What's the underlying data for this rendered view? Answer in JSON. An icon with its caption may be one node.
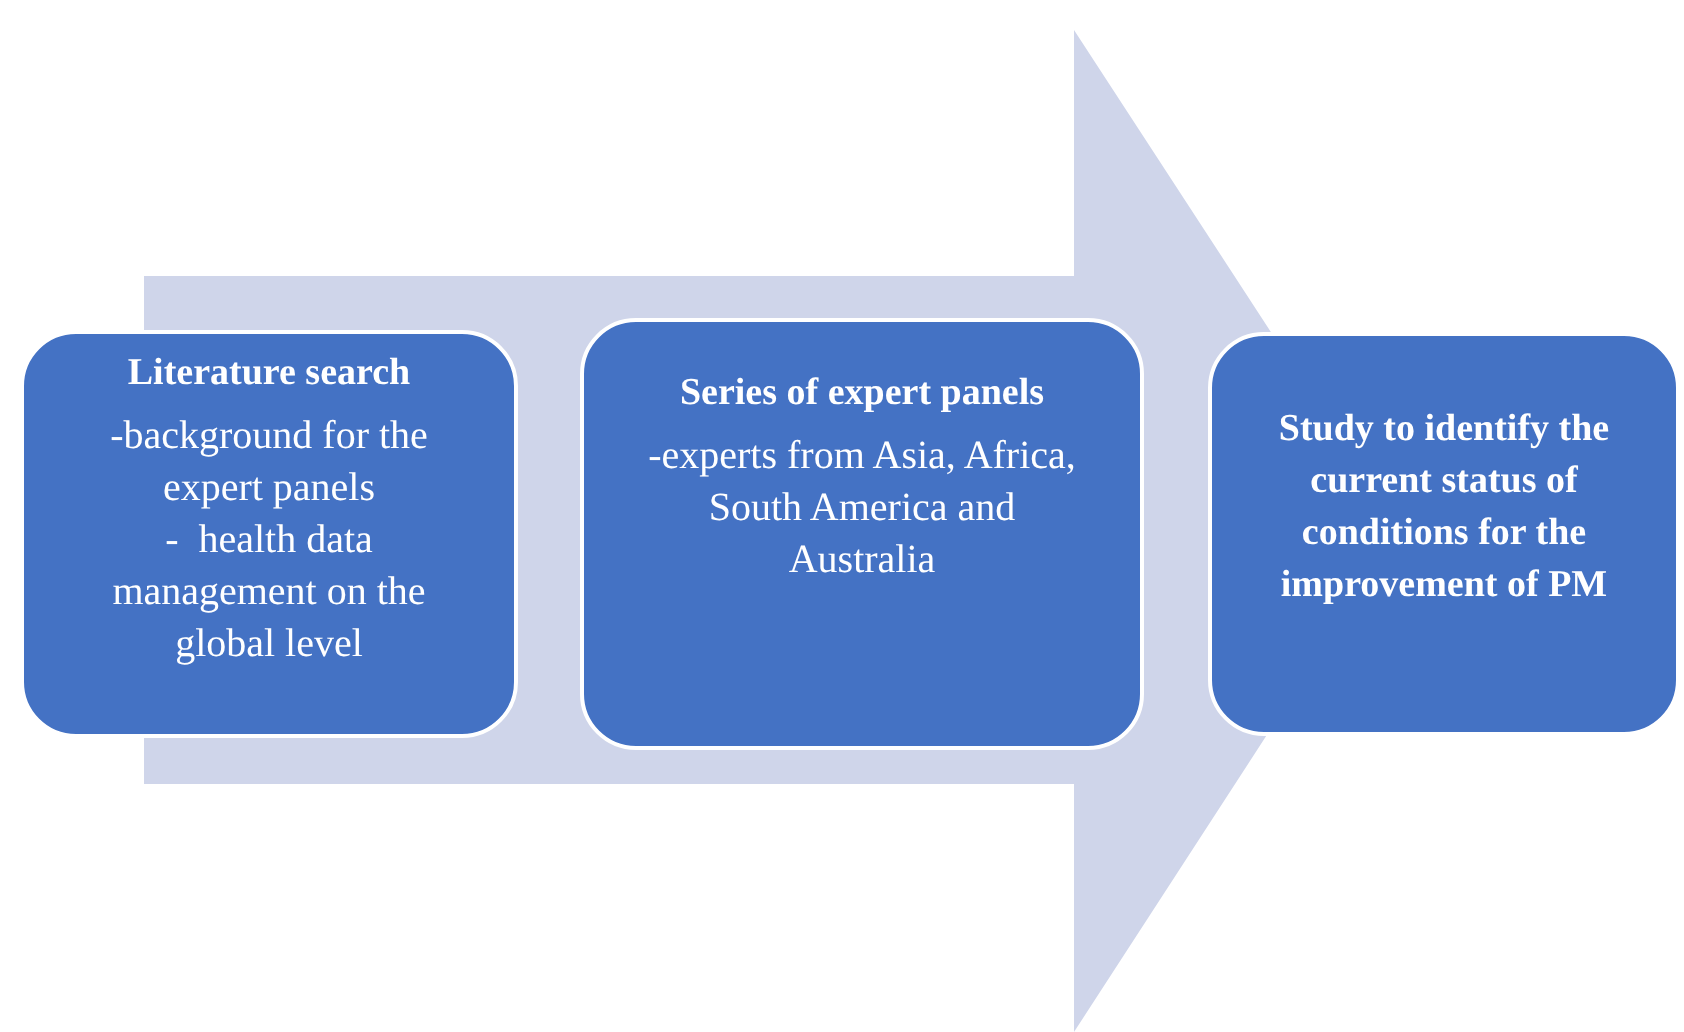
{
  "diagram": {
    "nodes": [
      {
        "text": [
          "Literature search",
          "-background for the expert panels",
          "-  health data management on the global level"
        ]
      },
      {
        "text": [
          "Series of expert panels",
          "-experts from Asia, Africa, South America and Australia"
        ]
      },
      {
        "text": [
          "Study to identify the current status of conditions for the improvement of PM"
        ]
      }
    ],
    "edges": [
      {
        "from": 0,
        "to": 2,
        "arrow": "to"
      }
    ]
  }
}
